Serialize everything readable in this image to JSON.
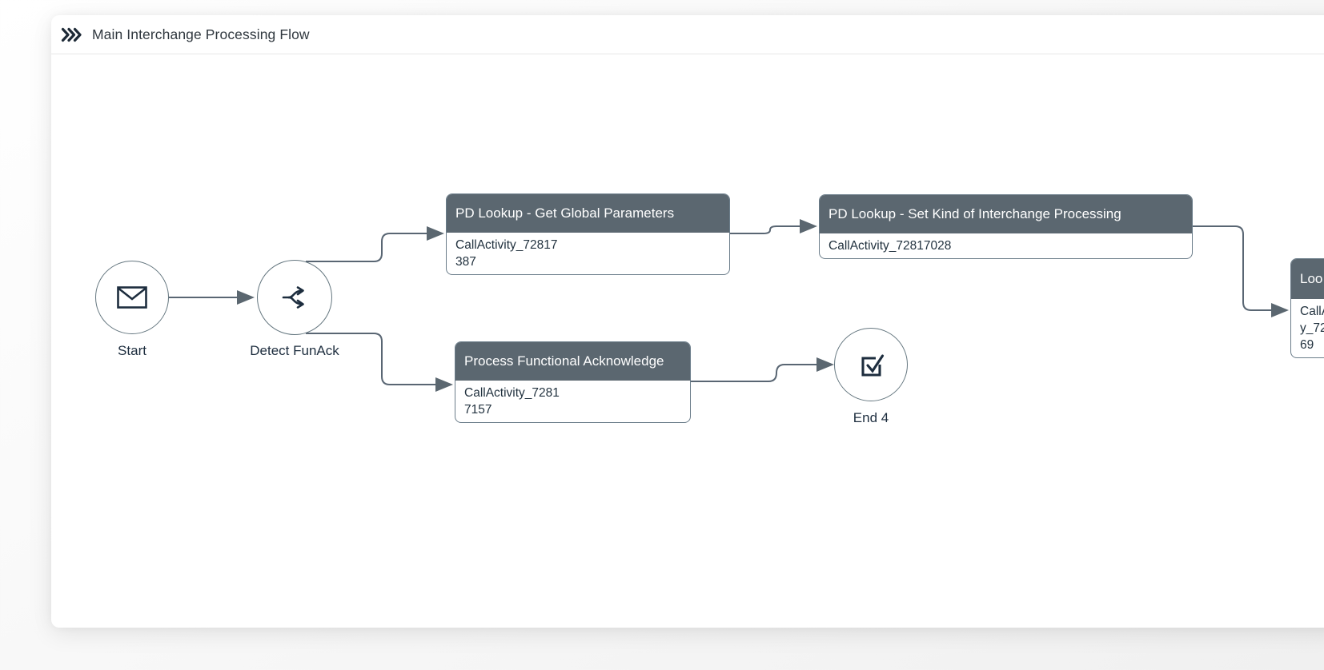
{
  "panel": {
    "title": "Main Interchange Processing Flow",
    "icon": "double-chevron-right-icon"
  },
  "diagram": {
    "start": {
      "label": "Start",
      "icon": "envelope-icon"
    },
    "gateway": {
      "label": "Detect FunAck",
      "icon": "branch-split-icon"
    },
    "task1": {
      "title": "PD Lookup - Get Global Parameters",
      "body": [
        "CallActivity_72817",
        "387"
      ]
    },
    "task2": {
      "title": "PD Lookup - Set Kind of Interchange Processing",
      "body": [
        "CallActivity_72817028"
      ]
    },
    "task3": {
      "title": "Process Functional Acknowledge",
      "body": [
        "CallActivity_7281",
        "7157"
      ]
    },
    "end": {
      "label": "End 4",
      "icon": "checked-task-icon"
    },
    "task4": {
      "title": "Loo",
      "body": [
        "CallA",
        "y_72",
        "69"
      ]
    }
  },
  "colors": {
    "task_header_bg": "#5b6770",
    "connector": "#596673",
    "node_border": "#64767f",
    "icon_stroke": "#1d2d3e",
    "panel_bg": "#ffffff"
  }
}
